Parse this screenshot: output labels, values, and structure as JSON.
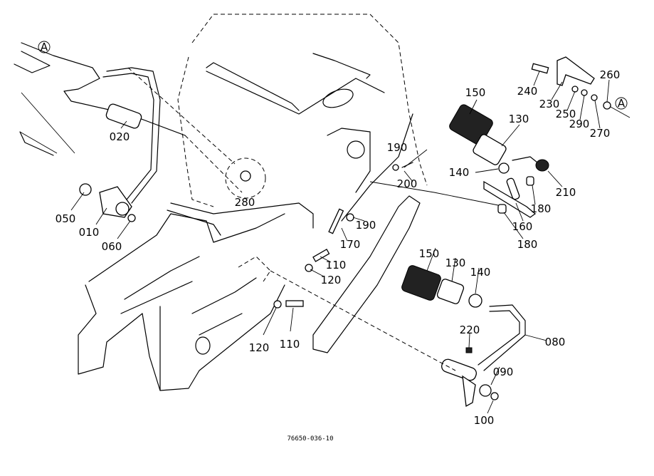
{
  "diagram": {
    "reference_mark": "A",
    "drawing_code": "76650-036-10",
    "callouts": [
      "020",
      "050",
      "010",
      "060",
      "280",
      "190",
      "200",
      "190",
      "170",
      "110",
      "120",
      "120",
      "110",
      "150",
      "130",
      "140",
      "210",
      "180",
      "160",
      "180",
      "240",
      "230",
      "250",
      "290",
      "270",
      "260",
      "150",
      "130",
      "140",
      "220",
      "080",
      "090",
      "100"
    ]
  }
}
